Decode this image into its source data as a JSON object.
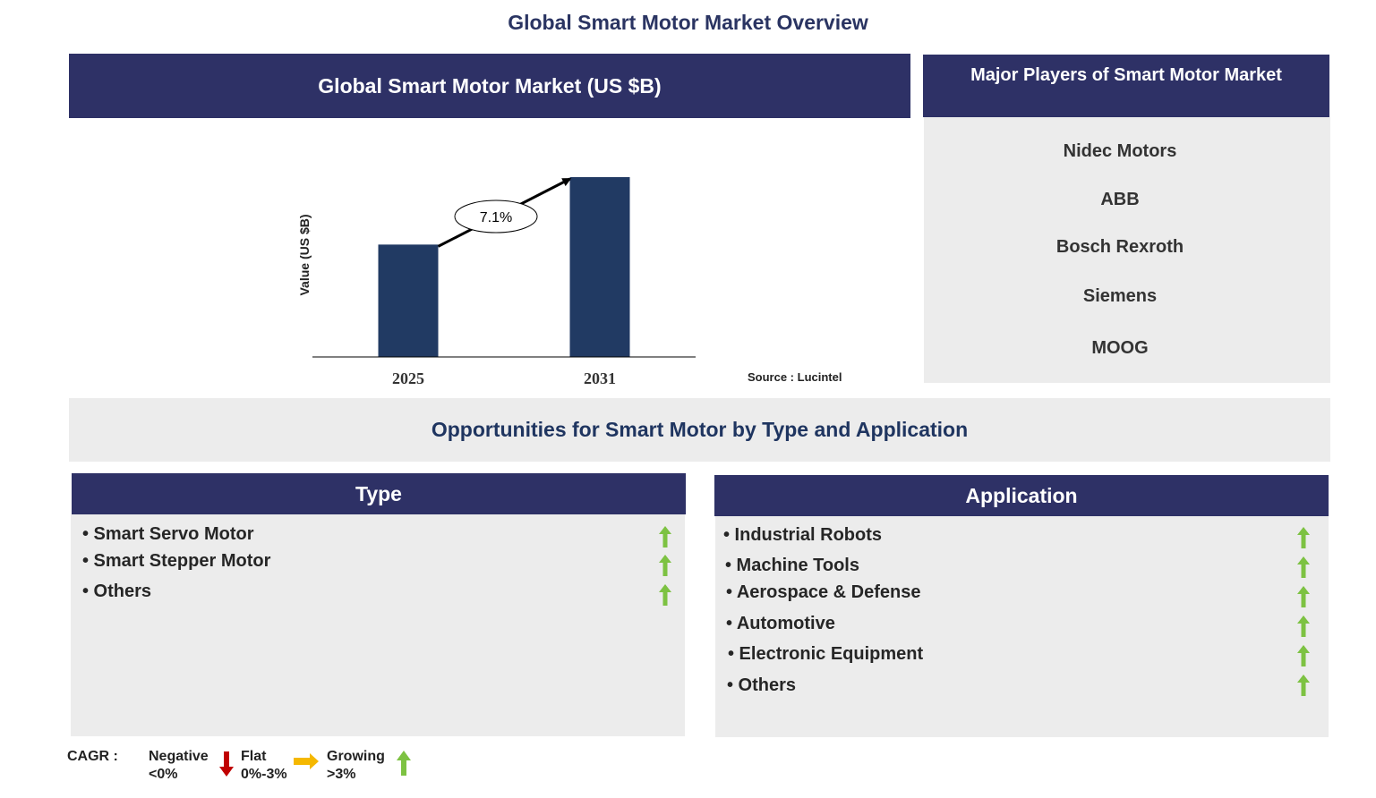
{
  "page_title": "Global Smart Motor Market Overview",
  "chart_header": "Global Smart Motor Market (US $B)",
  "chart_data": {
    "type": "bar",
    "categories": [
      "2025",
      "2031"
    ],
    "values": [
      1.0,
      1.6
    ],
    "ylabel": "Value (US $B)",
    "cagr_label": "7.1%",
    "source": "Source : Lucintel"
  },
  "players": {
    "header": "Major Players of Smart Motor Market",
    "items": [
      "Nidec Motors",
      "ABB",
      "Bosch Rexroth",
      "Siemens",
      "MOOG"
    ]
  },
  "opportunities_title": "Opportunities for Smart Motor by Type and Application",
  "type_panel": {
    "header": "Type",
    "items": [
      "• Smart Servo Motor",
      "• Smart Stepper Motor",
      "• Others"
    ]
  },
  "application_panel": {
    "header": "Application",
    "items": [
      "• Industrial Robots",
      "• Machine Tools",
      "• Aerospace & Defense",
      "• Automotive",
      "• Electronic Equipment",
      "• Others"
    ]
  },
  "legend": {
    "cagr": "CAGR :",
    "negative": "Negative",
    "negative_range": "<0%",
    "flat": "Flat",
    "flat_range": "0%-3%",
    "growing": "Growing",
    "growing_range": ">3%"
  },
  "colors": {
    "navy": "#2e3166",
    "bar": "#213a63",
    "grey": "#ececec",
    "growing": "#7dc242",
    "negative": "#c00000",
    "flat": "#f5b800"
  }
}
